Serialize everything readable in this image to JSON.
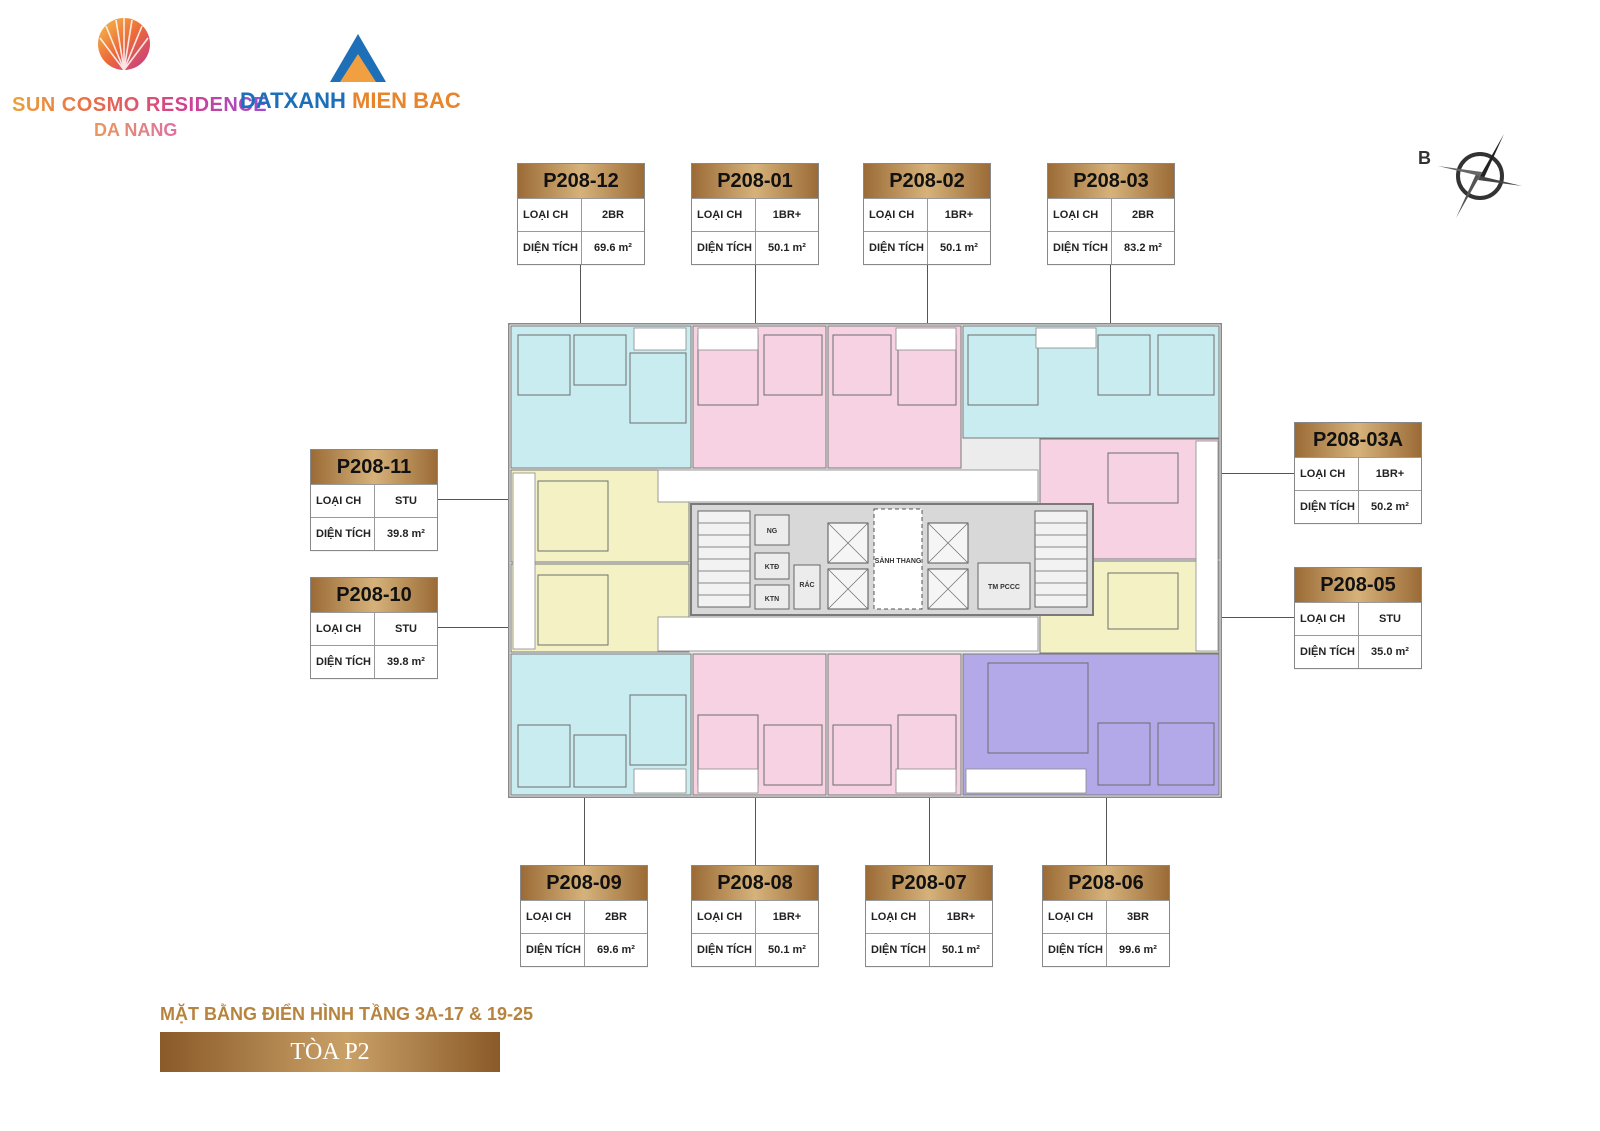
{
  "logos": {
    "sun_line1": "SUN COSMO RESIDENCE",
    "sun_line2": "DA NANG",
    "datxanh_a": "DATXANH",
    "datxanh_b": "MIEN BAC"
  },
  "compass": {
    "north_label": "B"
  },
  "labels": {
    "type": "LOẠI CH",
    "area": "DIỆN TÍCH"
  },
  "units": [
    {
      "code": "P208-12",
      "type": "2BR",
      "area": "69.6 m²"
    },
    {
      "code": "P208-01",
      "type": "1BR+",
      "area": "50.1 m²"
    },
    {
      "code": "P208-02",
      "type": "1BR+",
      "area": "50.1 m²"
    },
    {
      "code": "P208-03",
      "type": "2BR",
      "area": "83.2 m²"
    },
    {
      "code": "P208-03A",
      "type": "1BR+",
      "area": "50.2 m²"
    },
    {
      "code": "P208-05",
      "type": "STU",
      "area": "35.0 m²"
    },
    {
      "code": "P208-11",
      "type": "STU",
      "area": "39.8 m²"
    },
    {
      "code": "P208-10",
      "type": "STU",
      "area": "39.8 m²"
    },
    {
      "code": "P208-09",
      "type": "2BR",
      "area": "69.6 m²"
    },
    {
      "code": "P208-08",
      "type": "1BR+",
      "area": "50.1 m²"
    },
    {
      "code": "P208-07",
      "type": "1BR+",
      "area": "50.1 m²"
    },
    {
      "code": "P208-06",
      "type": "3BR",
      "area": "99.6 m²"
    }
  ],
  "core": {
    "lobby": "SẢNH THANG",
    "fire": "TM PCCC",
    "ktd": "KTĐ",
    "ktn": "KTN",
    "rac": "RÁC",
    "ng": "NG"
  },
  "colors": {
    "two_br": "#c8ecf0",
    "one_br_plus": "#f6d2e3",
    "studio": "#f4f1c4",
    "three_br": "#b3a8e8",
    "gold": "#b6843f"
  },
  "footer": {
    "floor_title": "MẶT BẰNG ĐIỂN HÌNH TẦNG 3A-17 & 19-25",
    "tower": "TÒA P2"
  }
}
